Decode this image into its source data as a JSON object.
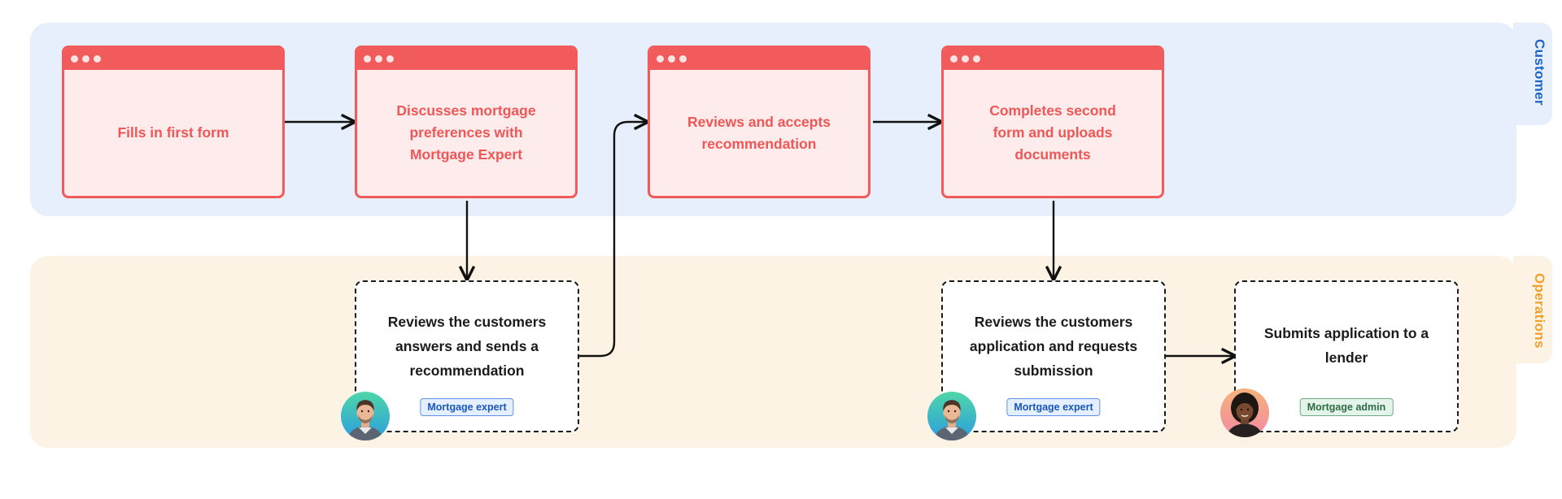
{
  "lanes": {
    "customer": "Customer",
    "operations": "Operations"
  },
  "customer_steps": [
    "Fills in first form",
    "Discusses mortgage preferences with Mortgage Expert",
    "Reviews and accepts recommendation",
    "Completes second form and uploads documents"
  ],
  "operations_steps": [
    {
      "text": "Reviews the customers answers and sends a recommendation",
      "role": "Mortgage expert"
    },
    {
      "text": "Reviews the customers application and requests submission",
      "role": "Mortgage expert"
    },
    {
      "text": "Submits application to a lender",
      "role": "Mortgage admin"
    }
  ],
  "colors": {
    "customer_lane": "#e6effb",
    "operations_lane": "#fdf3e5",
    "card_accent": "#f15b5b",
    "card_fill": "#feecec",
    "customer_label": "#1f64c8",
    "operations_label": "#f2a02c"
  }
}
